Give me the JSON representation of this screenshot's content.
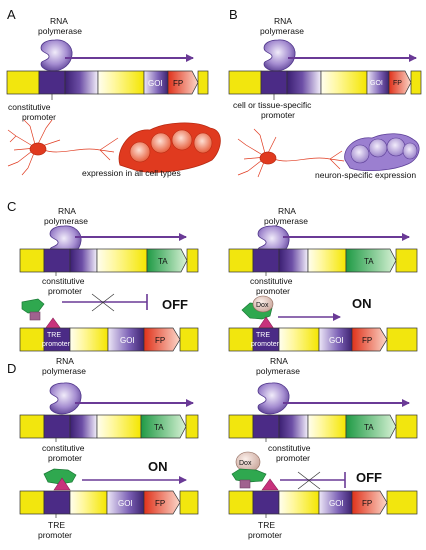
{
  "panels": {
    "a": "A",
    "b": "B",
    "c": "C",
    "d": "D"
  },
  "labels": {
    "rna_polymerase": [
      "RNA",
      "polymerase"
    ],
    "constitutive_promoter": [
      "constitutive",
      "promoter"
    ],
    "tissue_promoter": [
      "cell or tissue-specific",
      "promoter"
    ],
    "tre_promoter": [
      "TRE",
      "promoter"
    ],
    "expr_all": "expression in all cell types",
    "expr_neuron": "neuron-specific expression"
  },
  "genes": {
    "goi": "GOI",
    "fp": "FP",
    "ta": "TA",
    "dox": "Dox"
  },
  "states": {
    "off": "OFF",
    "on": "ON"
  },
  "colors": {
    "yellow": "#f2e60e",
    "purple": "#4b2b86",
    "arrow": "#6a3a96",
    "green": "#2fa84f",
    "red": "#e5452a",
    "neuron": "#e03a1f",
    "rna_pol": "#8a72b8"
  }
}
